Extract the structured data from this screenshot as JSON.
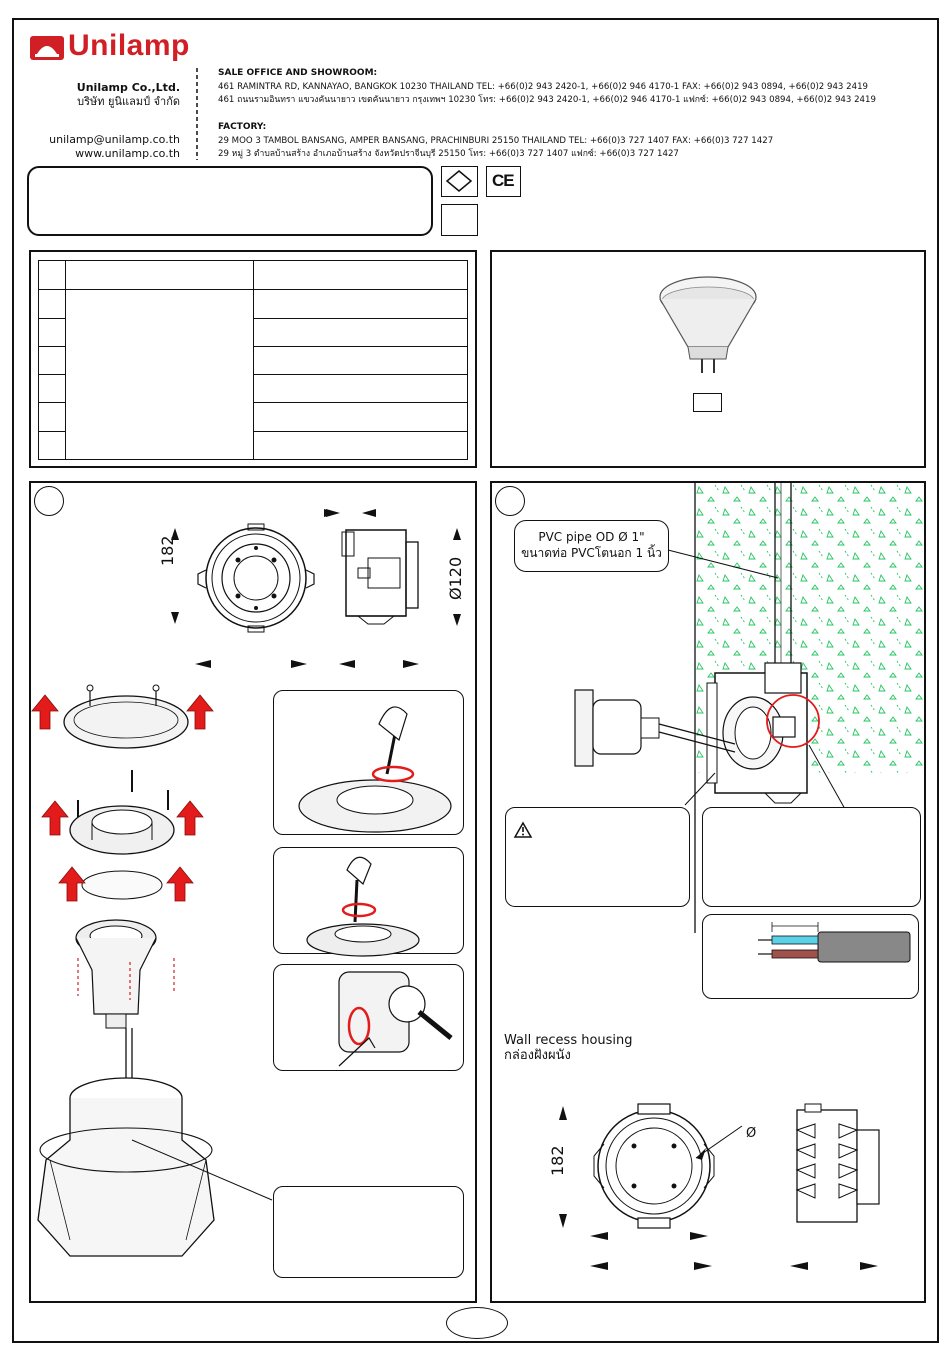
{
  "header": {
    "brand": "Unilamp",
    "company_en": "Unilamp Co.,Ltd.",
    "company_th": "บริษัท ยูนิแลมป์ จำกัด",
    "email": "unilamp@unilamp.co.th",
    "website": "www.unilamp.co.th",
    "sale_office_heading": "SALE OFFICE AND SHOWROOM:",
    "sale_office_en": "461 RAMINTRA RD, KANNAYAO, BANGKOK 10230 THAILAND TEL: +66(0)2 943 2420-1, +66(0)2 946 4170-1 FAX: +66(0)2 943 0894, +66(0)2 943 2419",
    "sale_office_th": "461 ถนนรามอินทรา แขวงคันนายาว เขตคันนายาว กรุงเทพฯ 10230  โทร: +66(0)2 943 2420-1, +66(0)2 946 4170-1 แฟกซ์: +66(0)2 943 0894, +66(0)2 943 2419",
    "factory_heading": "FACTORY:",
    "factory_en": "29 MOO 3 TAMBOL BANSANG, AMPER BANSANG, PRACHINBURI 25150 THAILAND TEL: +66(0)3 727 1407 FAX: +66(0)3 727 1427",
    "factory_th": "29 หมู่ 3 ตำบลบ้านสร้าง อำเภอบ้านสร้าง จังหวัดปราจีนบุรี  25150  โทร: +66(0)3 727 1407 แฟกซ์: +66(0)3 727 1427"
  },
  "marks": {
    "ce": "CE"
  },
  "dimensions": {
    "height": "182",
    "diameter": "Ø120",
    "recess_height": "182",
    "recess_dia": "Ø"
  },
  "install": {
    "pvc_pipe_en": "PVC pipe OD Ø 1\"",
    "pvc_pipe_th": "ขนาดท่อ PVCโตนอก 1 นิ้ว",
    "warning_icon": "warning-triangle-icon",
    "recess_label_en": "Wall recess housing",
    "recess_label_th": "กล่องฝังผนัง"
  },
  "colors": {
    "brand_red": "#d11f26",
    "arrow_red": "#e31b1b",
    "wall_green": "#22c55e",
    "wire_blue": "#5ad1e6",
    "wire_brown": "#a0524a"
  }
}
